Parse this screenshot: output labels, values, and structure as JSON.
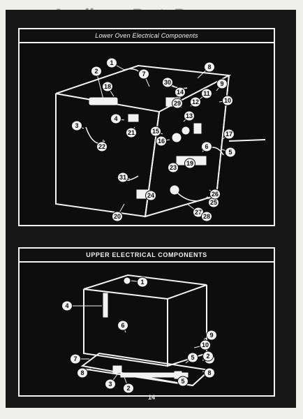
{
  "watermark": "AppliancePartsPros.com",
  "lower": {
    "title": "Lower Oven Electrical Components",
    "callouts": [
      "1",
      "2",
      "7",
      "8",
      "9",
      "10",
      "11",
      "12",
      "13",
      "14",
      "15",
      "16",
      "17",
      "18",
      "19",
      "20",
      "21",
      "22",
      "23",
      "24",
      "25",
      "26",
      "27",
      "28",
      "3",
      "4",
      "5",
      "6",
      "29",
      "30",
      "31"
    ]
  },
  "upper": {
    "title": "UPPER ELECTRICAL COMPONENTS",
    "callouts": [
      "1",
      "4",
      "6",
      "3",
      "10",
      "7",
      "2",
      "5",
      "8",
      "7",
      "2",
      "8",
      "9",
      "5"
    ]
  },
  "page_number": "14",
  "colors": {
    "background": "#171717",
    "line": "#f2f2f2",
    "paper": "#efefec"
  }
}
